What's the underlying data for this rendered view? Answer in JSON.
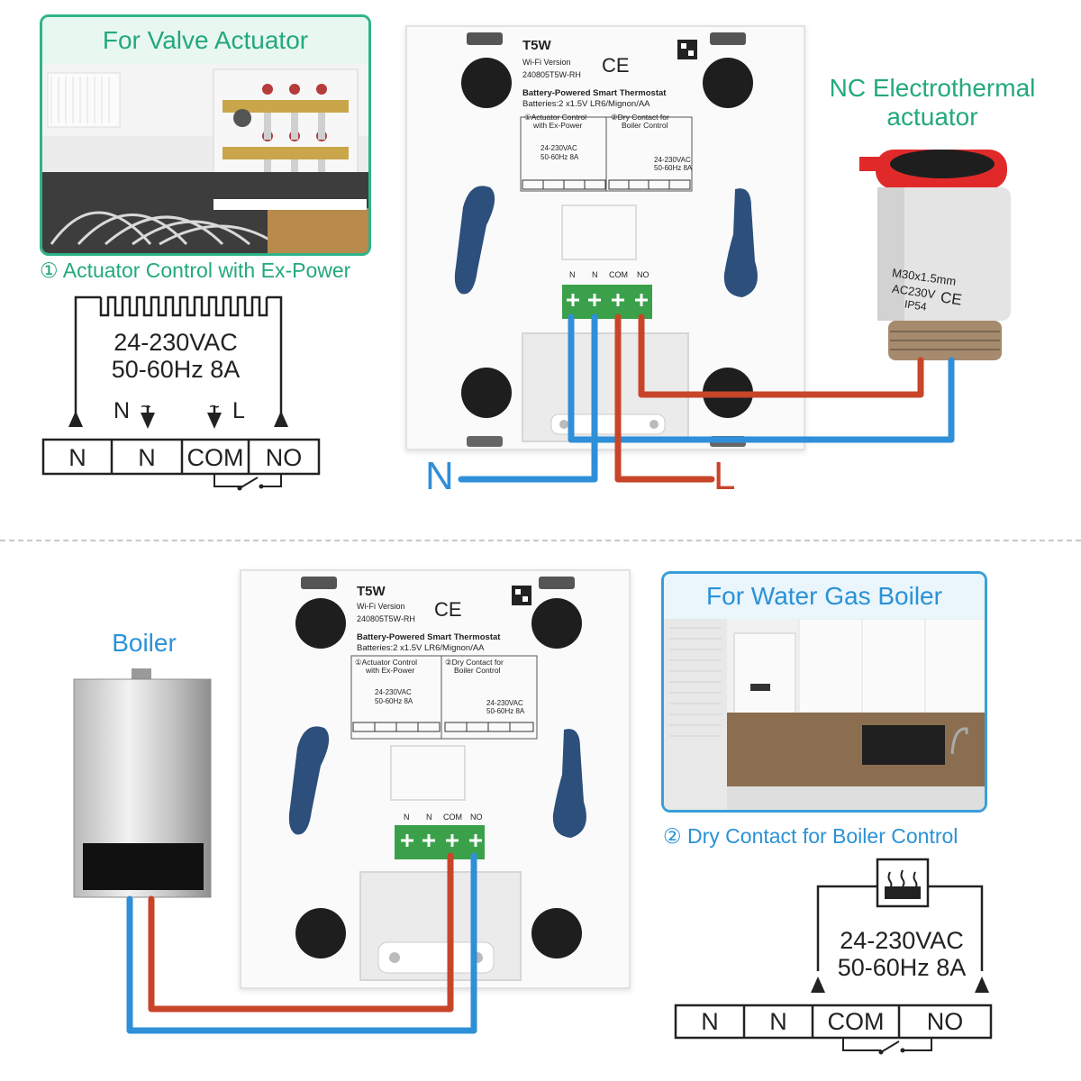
{
  "top_section": {
    "application_title": "For Valve Actuator",
    "diagram_caption": "① Actuator Control with Ex-Power",
    "voltage": "24-230VAC",
    "frequency": "50-60Hz 8A",
    "load_labels": [
      "N",
      "L"
    ],
    "terminals": [
      "N",
      "N",
      "COM",
      "NO"
    ],
    "actuator_title": "NC Electrothermal actuator",
    "actuator_marking": [
      "M30x1.5mm",
      "AC230V",
      "IP54",
      "CE"
    ],
    "wire_labels": {
      "neutral": "N",
      "live": "L"
    }
  },
  "bottom_section": {
    "application_title": "For Water Gas Boiler",
    "boiler_title": "Boiler",
    "diagram_caption": "② Dry Contact for Boiler Control",
    "voltage": "24-230VAC",
    "frequency": "50-60Hz 8A",
    "terminals": [
      "N",
      "N",
      "COM",
      "NO"
    ]
  },
  "device_label": {
    "model": "T5W",
    "version": "Wi-Fi Version",
    "serial": "240805T5W-RH",
    "ce": "CE",
    "description": "Battery-Powered Smart Thermostat",
    "batteries": "Batteries:2 x1.5V LR6/Mignon/AA",
    "box1_title": [
      "①Actuator Control",
      "with Ex-Power"
    ],
    "box2_title": [
      "②Dry Contact for",
      "Boiler Control"
    ],
    "box_voltage": "24-230VAC",
    "box_frequency": "50-60Hz 8A",
    "terminal_block": [
      "N",
      "N",
      "COM",
      "NO"
    ]
  },
  "colors": {
    "green_accent": "#23a97d",
    "blue_accent": "#2a92d6",
    "wire_blue": "#2f8fd8",
    "wire_red": "#c8452a",
    "terminal_green": "#3aa14a",
    "slot_navy": "#2c4f7c"
  }
}
